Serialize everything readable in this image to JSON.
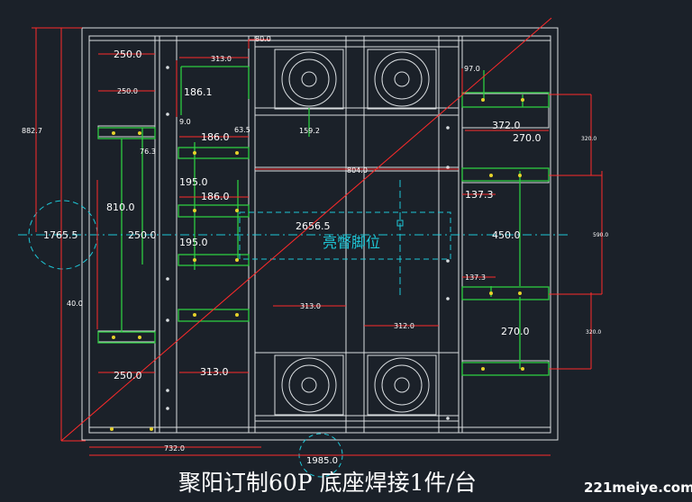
{
  "caption": "聚阳订制60P 底座焊接1件/台",
  "watermark": "221meiye.com",
  "colors": {
    "background": "#1b2129",
    "frame": "#d9dde0",
    "dimension": "#ff2a2a",
    "member": "#2ecc40",
    "centerline": "#1ec8d8",
    "bolt": "#e6d22a"
  },
  "dimensions": {
    "d_882_7": "882.7",
    "d_250_top": "250.0",
    "d_313_top": "313.0",
    "d_80": "80.0",
    "d_186_1": "186.1",
    "d_250_small": "250.0",
    "d_9_0": "9.0",
    "d_76_3": "76.3",
    "d_186_a": "186.0",
    "d_63_5": "63.5",
    "d_159_2": "159.2",
    "d_97": "97.0",
    "d_372": "372.0",
    "d_270_top": "270.0",
    "d_320_top": "320.0",
    "d_804": "804.0",
    "d_195_a": "195.0",
    "d_186_b": "186.0",
    "d_137_3_a": "137.3",
    "d_810": "810.0",
    "d_1765_5": "1765.5",
    "d_250_mid": "250.0",
    "d_195_b": "195.0",
    "d_2656_5": "2656.5",
    "d_450": "450.0",
    "d_590": "590.0",
    "d_137_3_b": "137.3",
    "d_40": "40.0",
    "d_313_mid": "313.0",
    "d_312": "312.0",
    "d_270_bot": "270.0",
    "d_320_bot": "320.0",
    "d_250_bot": "250.0",
    "d_313_bot": "313.0",
    "d_732": "732.0",
    "d_1985": "1985.0",
    "label_center": "亮瞥脚位"
  }
}
